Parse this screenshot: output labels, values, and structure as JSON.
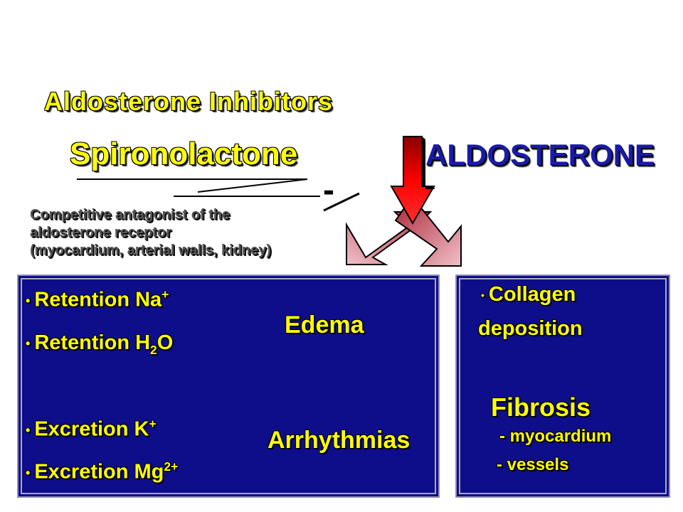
{
  "title": "Aldosterone Inhibitors",
  "drug": "Spironolactone",
  "hormone": "ALDOSTERONE",
  "minus_sign": "-",
  "description": {
    "line1": "Competitive antagonist of the",
    "line2": "aldosterone receptor",
    "line3": "(myocardium, arterial walls, kidney)"
  },
  "left_panel": {
    "retention_na": "Retention Na",
    "retention_na_sup": "+",
    "retention_h2o_pre": "Retention H",
    "retention_h2o_sub": "2",
    "retention_h2o_post": "O",
    "edema": "Edema",
    "excretion_k": "Excretion K",
    "excretion_k_sup": "+",
    "excretion_mg": "Excretion Mg",
    "excretion_mg_sup": "2+",
    "arrhythmias": "Arrhythmias"
  },
  "right_panel": {
    "collagen": "Collagen",
    "deposition": "deposition",
    "fibrosis": "Fibrosis",
    "myocardium": "- myocardium",
    "vessels": "- vessels"
  },
  "colors": {
    "panel": "#0e0e8a",
    "text_yellow": "#ffff00",
    "arrow_red": "#e00000",
    "arrow_pink": "#e0a0a8"
  }
}
